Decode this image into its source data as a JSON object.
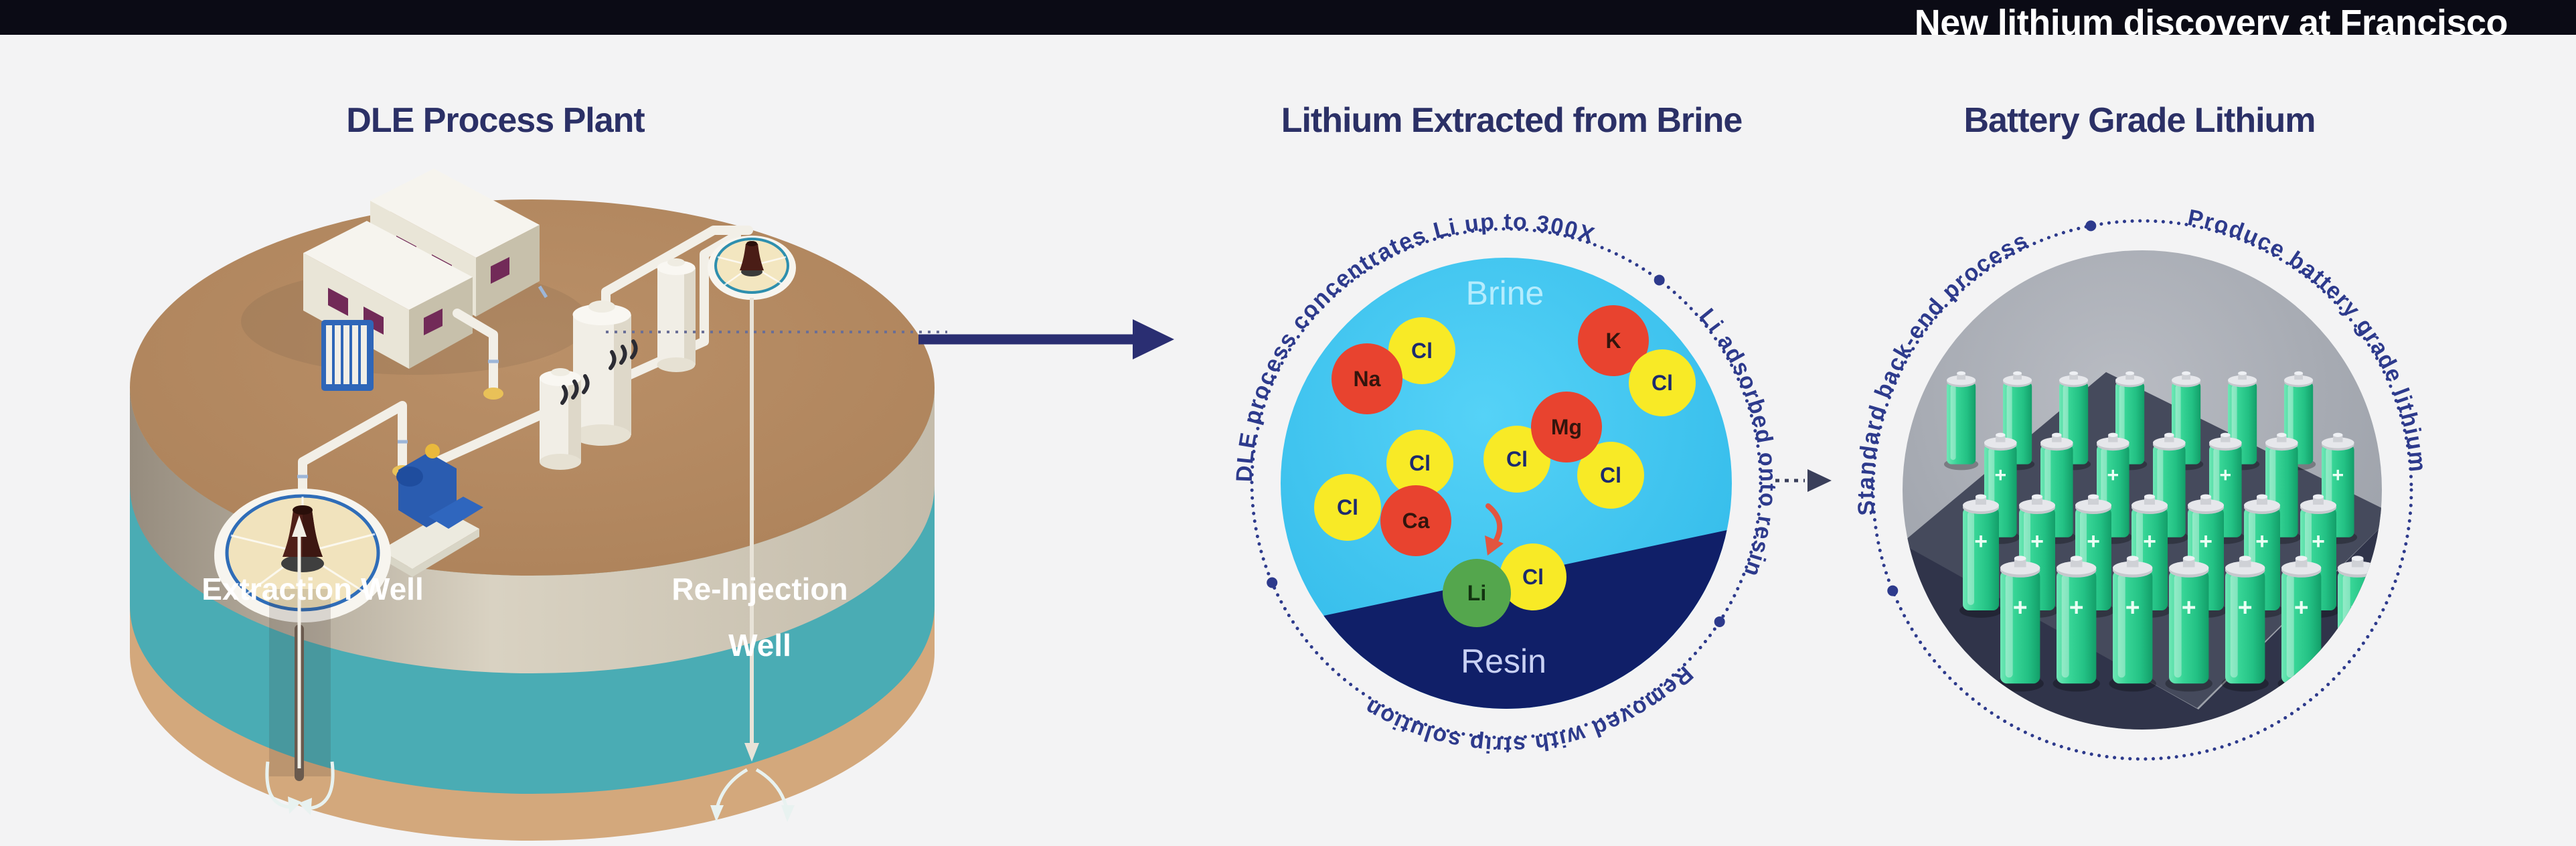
{
  "top_bar": {
    "title": "New lithium discovery at Francisco",
    "background": "#0b0b15",
    "text_color": "#ffffff"
  },
  "plant": {
    "title": "DLE Process Plant",
    "extraction_well_label": "Extraction Well",
    "reinjection_well_label": "Re-Injection Well"
  },
  "brine_circle": {
    "title": "Lithium Extracted from Brine",
    "zone_top_label": "Brine",
    "zone_bottom_label": "Resin",
    "ring_phrases": [
      {
        "text": "DLE process concentrates Li up to 300X",
        "mid_angle": 125
      },
      {
        "text": "Li adsorbed onto resin",
        "mid_angle": 10
      },
      {
        "text": "Removed with strip solution",
        "mid_angle": 276
      }
    ],
    "bullet_angles": [
      53,
      203,
      327
    ],
    "ions": [
      {
        "label": "Cl",
        "kind": "anion"
      },
      {
        "label": "Na",
        "kind": "cation"
      },
      {
        "label": "K",
        "kind": "cation"
      },
      {
        "label": "Cl",
        "kind": "anion"
      },
      {
        "label": "Cl",
        "kind": "anion"
      },
      {
        "label": "Cl",
        "kind": "anion"
      },
      {
        "label": "Mg",
        "kind": "cation"
      },
      {
        "label": "Cl",
        "kind": "anion"
      },
      {
        "label": "Cl",
        "kind": "anion"
      },
      {
        "label": "Ca",
        "kind": "cation"
      },
      {
        "label": "Cl",
        "kind": "anion"
      },
      {
        "label": "Li",
        "kind": "lithium"
      }
    ]
  },
  "battery_circle": {
    "title": "Battery Grade Lithium",
    "ring_phrases": [
      {
        "text": "Standard back-end process",
        "mid_angle": 150
      },
      {
        "text": "Produce battery grade lithium",
        "mid_angle": 42
      }
    ],
    "bullet_angles": [
      101,
      202
    ]
  },
  "icons": {
    "flow_arrow": "solid-right-arrow",
    "process_arrow": "dashed-right-arrow",
    "extraction_flow": "up-arrow",
    "reinjection_flow": "down-arrow",
    "ion_transfer": "curved-down-arrow"
  },
  "colors": {
    "title_navy": "#2b3066",
    "ring_text": "#2d3a8c",
    "flow_arrow_navy": "#2a2e72",
    "brine_cyan": "#3cc3f0",
    "resin_navy": "#101f68",
    "brine_label": "#b5ecfd",
    "resin_label": "#c9d1f4",
    "ion_red": "#e8432f",
    "ion_yellow": "#f8ea26",
    "ion_green": "#54a64d",
    "battery_green": "#2ec98b",
    "platform_slate": "#454a5c",
    "circle_gray": "#a9adb4",
    "ground_brown": "#b1855d",
    "aquifer_teal": "#4aacb4",
    "sand_tan": "#d3a87c"
  }
}
